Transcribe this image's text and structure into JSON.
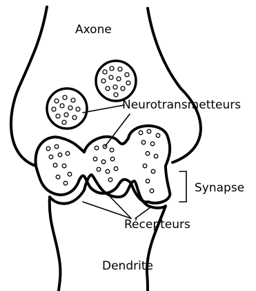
{
  "labels": {
    "axone": "Axone",
    "neurotransmetteurs": "Neurotransmetteurs",
    "synapse": "Synapse",
    "recepteurs": "Récepteurs",
    "dendrite": "Dendrite"
  },
  "colors": {
    "stroke": "#000000",
    "background": "#ffffff"
  }
}
